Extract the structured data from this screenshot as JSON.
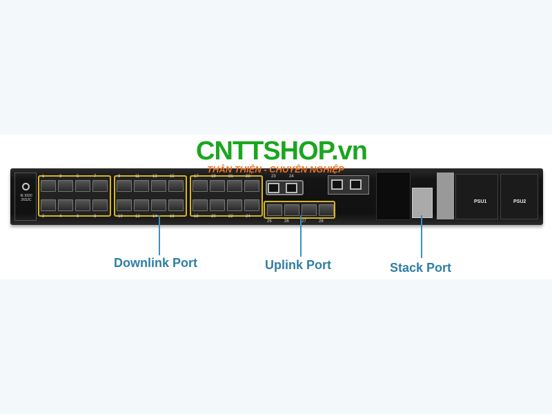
{
  "brand": {
    "logo": "CNTTSHOP.vn",
    "slogan": "THÂN THIỆN - CHUYÊN NGHIỆP"
  },
  "device": {
    "model": "IE 9320 26S2C",
    "downlink_top": [
      [
        "1",
        "3",
        "5",
        "7"
      ],
      [
        "9",
        "11",
        "13",
        "15"
      ],
      [
        "17",
        "19",
        "21",
        "23"
      ]
    ],
    "downlink_bottom": [
      [
        "2",
        "4",
        "6",
        "8"
      ],
      [
        "10",
        "12",
        "14",
        "16"
      ],
      [
        "18",
        "20",
        "22",
        "24"
      ]
    ],
    "rj45_ports": [
      "23",
      "24"
    ],
    "uplink_ports": [
      "25",
      "26",
      "27",
      "28"
    ],
    "psu": [
      "PSU1",
      "PSU2"
    ],
    "accent_color": "#d8b526"
  },
  "callouts": {
    "downlink": "Downlink Port",
    "uplink": "Uplink Port",
    "stack": "Stack Port"
  }
}
